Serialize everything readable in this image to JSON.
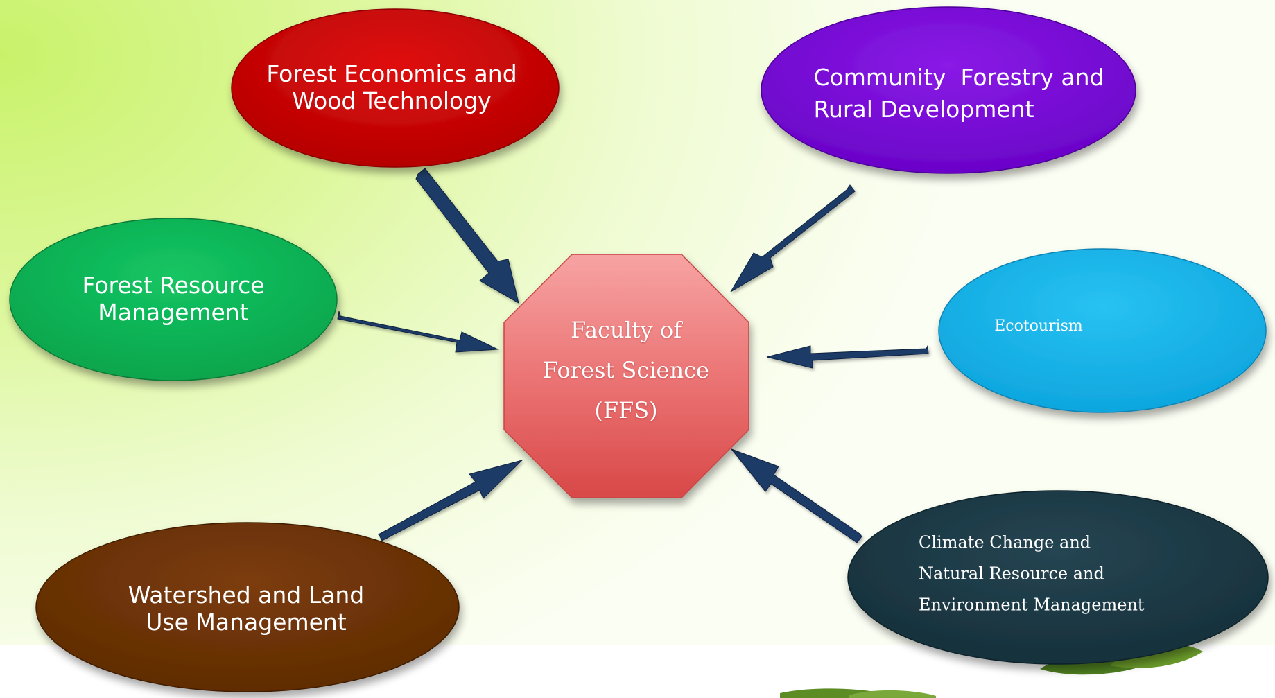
{
  "center": {
    "line1": "Faculty of",
    "line2": "Forest Science",
    "line3": "(FFS)",
    "color": "#e25a5a"
  },
  "nodes": {
    "forest_economics": {
      "line1": "Forest Economics and",
      "line2": "Wood Technology",
      "color": "#cc0000"
    },
    "community_forestry": {
      "line1": "Community  Forestry and",
      "line2": "Rural Development",
      "color": "#7a08d8"
    },
    "forest_resource": {
      "line1": "Forest Resource",
      "line2": "Management",
      "color": "#0db757"
    },
    "ecotourism": {
      "line1": "Ecotourism",
      "color": "#16b3ea"
    },
    "watershed": {
      "line1": "Watershed and Land",
      "line2": "Use Management",
      "color": "#6e3306"
    },
    "climate_change": {
      "line1": "Climate Change and",
      "line2": "Natural Resource and",
      "line3": "Environment Management",
      "color": "#1e3a48"
    }
  },
  "arrow_color": "#1f3a66"
}
